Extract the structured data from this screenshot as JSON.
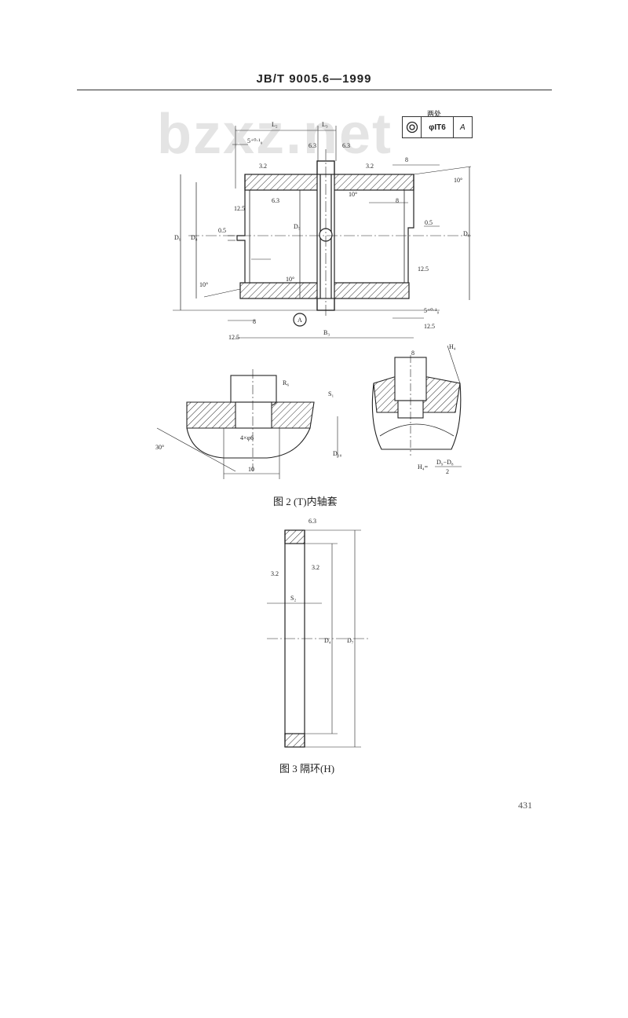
{
  "header": {
    "standard": "JB/T 9005.6—1999"
  },
  "watermark": "bzxz.net",
  "tolerance_frame": {
    "label": "两处",
    "symbol": "concentricity-icon",
    "value": "φIT6",
    "datum": "A"
  },
  "figure2": {
    "caption": "图 2  (T)内轴套",
    "labels": {
      "L2": "L₂",
      "L3": "L₃",
      "tol5": "5⁺⁰·¹₀",
      "r63a": "6.3",
      "r63b": "6.3",
      "r32a": "3.2",
      "r32b": "3.2",
      "d8a": "8",
      "d8b": "8",
      "ang10a": "10°",
      "ang10b": "10°",
      "ang10c": "10°",
      "ang10d": "10°",
      "r125a": "12.5",
      "r63c": "6.3",
      "d05a": "0.5",
      "d05b": "0.5",
      "D9": "D₉",
      "D8": "D₈",
      "D5": "D₅",
      "D6": "D₆",
      "r125b": "12.5",
      "d8c": "8",
      "datumA": "A",
      "r125c": "12.5",
      "r125d": "12.5",
      "tolB": "5⁺⁰·¹₀",
      "B3": "B₃"
    },
    "detail_left": {
      "R6": "R₆",
      "S1": "S₁",
      "holes": "4×φ6",
      "ang30": "30°",
      "D10": "D₁₀",
      "w10": "10"
    },
    "detail_right": {
      "w8": "8",
      "H4": "H₄",
      "formula_lhs": "H₄=",
      "formula_num": "D₉−D₈",
      "formula_den": "2"
    }
  },
  "figure3": {
    "caption": "图 3   隔环(H)",
    "labels": {
      "r63": "6.3",
      "r32a": "3.2",
      "r32b": "3.2",
      "S2": "S₂",
      "D4": "D₄",
      "D7": "D₇"
    }
  },
  "page_number": "431"
}
